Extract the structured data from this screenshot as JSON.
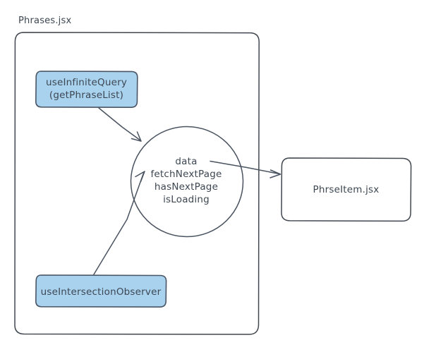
{
  "diagram": {
    "title": "Phrases.jsx",
    "container": {
      "label": "Phrases.jsx",
      "name": "phrases-container"
    },
    "hooks": [
      {
        "id": "use-infinite-query",
        "lines": [
          "useInfiniteQuery",
          "(getPhraseList)"
        ],
        "line1": "useInfiniteQuery",
        "line2": "(getPhraseList)",
        "fill": "#a9d2ef"
      },
      {
        "id": "use-intersection-observer",
        "lines": [
          "useIntersectionObserver"
        ],
        "line1": "useIntersectionObserver",
        "fill": "#a9d2ef"
      }
    ],
    "state_circle": {
      "id": "state-circle",
      "items": [
        "data",
        "fetchNextPage",
        "hasNextPage",
        "isLoading"
      ],
      "item0": "data",
      "item1": "fetchNextPage",
      "item2": "hasNextPage",
      "item3": "isLoading"
    },
    "component": {
      "id": "phrse-item",
      "label": "PhrseItem.jsx"
    },
    "edges": [
      {
        "id": "edge-query-to-state",
        "from": "useInfiniteQuery",
        "to": "state-circle"
      },
      {
        "id": "edge-observer-to-state",
        "from": "useIntersectionObserver",
        "to": "state-circle"
      },
      {
        "id": "edge-state-to-component",
        "from": "state-circle",
        "to": "PhrseItem.jsx"
      }
    ],
    "colors": {
      "stroke": "#41474f",
      "text": "#3d4752",
      "blue_fill": "#a9d2ef",
      "blue_stroke": "#4a5565",
      "background": "#ffffff"
    }
  }
}
